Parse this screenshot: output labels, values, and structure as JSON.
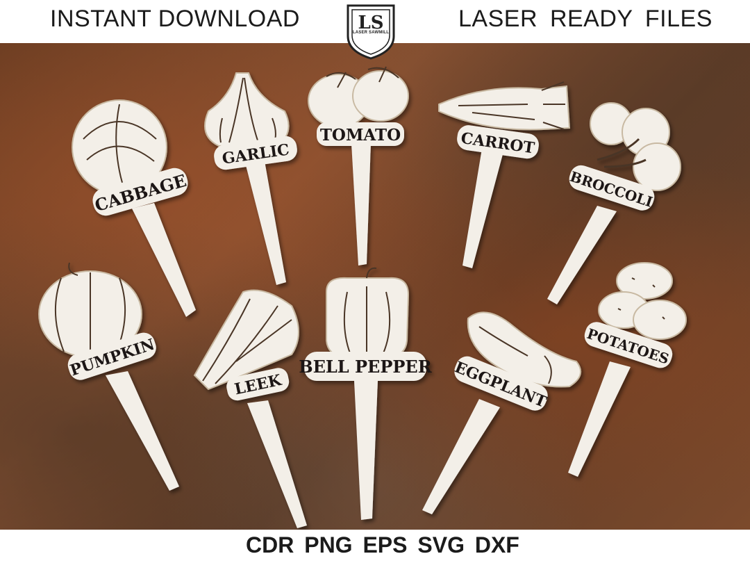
{
  "banner": {
    "left_text": "INSTANT DOWNLOAD",
    "right_text": "LASER READY FILES",
    "formats": "CDR PNG EPS SVG DXF"
  },
  "logo": {
    "monogram": "LS",
    "name": "LASER SAWMILL"
  },
  "stakes": [
    {
      "label": "CABBAGE",
      "icon": "cabbage-icon"
    },
    {
      "label": "GARLIC",
      "icon": "garlic-icon"
    },
    {
      "label": "TOMATO",
      "icon": "tomato-icon"
    },
    {
      "label": "CARROT",
      "icon": "carrot-icon"
    },
    {
      "label": "BROCCOLI",
      "icon": "broccoli-icon"
    },
    {
      "label": "PUMPKIN",
      "icon": "pumpkin-icon"
    },
    {
      "label": "LEEK",
      "icon": "leek-icon"
    },
    {
      "label": "BELL PEPPER",
      "icon": "bell-pepper-icon"
    },
    {
      "label": "EGGPLANT",
      "icon": "eggplant-icon"
    },
    {
      "label": "POTATOES",
      "icon": "potatoes-icon"
    }
  ],
  "colors": {
    "background_rust": "#7a4a2c",
    "wood": "#f3efe8",
    "engraving": "#3a2a1e"
  }
}
